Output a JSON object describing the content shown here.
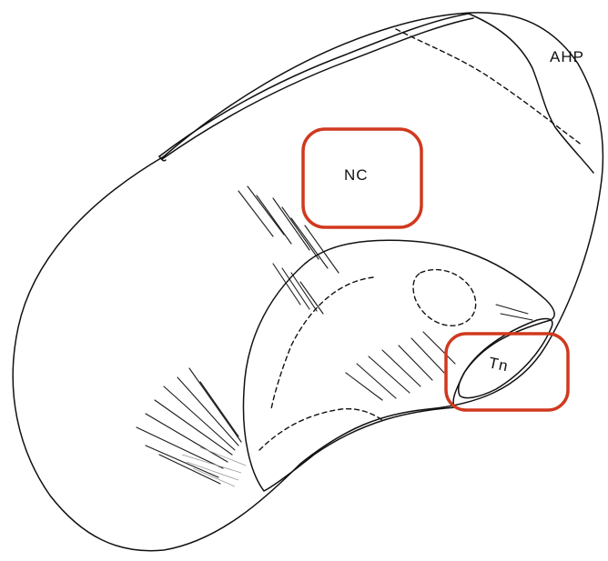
{
  "labels": {
    "ahp": "AHP",
    "nc": "NC",
    "tn": "Tn"
  },
  "colors": {
    "line": "#111111",
    "highlight": "#d0391f",
    "background": "#ffffff"
  }
}
